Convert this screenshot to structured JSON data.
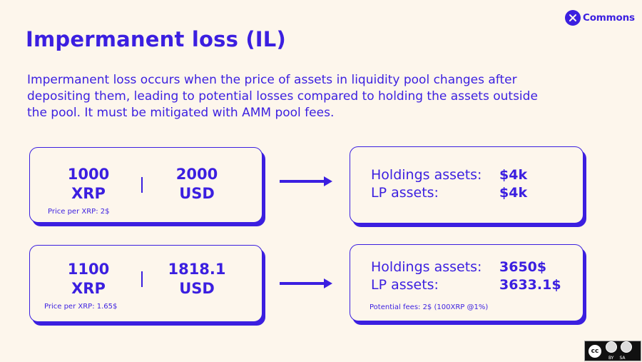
{
  "header": {
    "title": "Impermanent loss (IL)",
    "logo_text": "Commons"
  },
  "description": "Impermanent loss occurs when the price of assets in liquidity pool changes after depositing them, leading to potential losses compared to holding the assets outside the pool. It must be mitigated with AMM pool fees.",
  "rows": [
    {
      "pool": {
        "left_amount": "1000",
        "left_unit": "XRP",
        "right_amount": "2000",
        "right_unit": "USD",
        "price_note": "Price per XRP: 2$"
      },
      "result": {
        "holdings_label": "Holdings assets:",
        "holdings_value": "$4k",
        "lp_label": "LP assets:",
        "lp_value": "$4k",
        "note": ""
      }
    },
    {
      "pool": {
        "left_amount": "1100",
        "left_unit": "XRP",
        "right_amount": "1818.1",
        "right_unit": "USD",
        "price_note": "Price per XRP: 1.65$"
      },
      "result": {
        "holdings_label": "Holdings assets:",
        "holdings_value": "3650$",
        "lp_label": "LP assets:",
        "lp_value": "3633.1$",
        "note": "Potential fees: 2$ (100XRP @1%)"
      }
    }
  ],
  "license": {
    "badge": "cc",
    "labels": [
      "BY",
      "SA"
    ]
  },
  "colors": {
    "accent": "#3B1FE0",
    "background": "#FDF6EC"
  },
  "icons": [
    "commons-logo-icon",
    "arrow-right-icon",
    "cc-license-icon"
  ]
}
